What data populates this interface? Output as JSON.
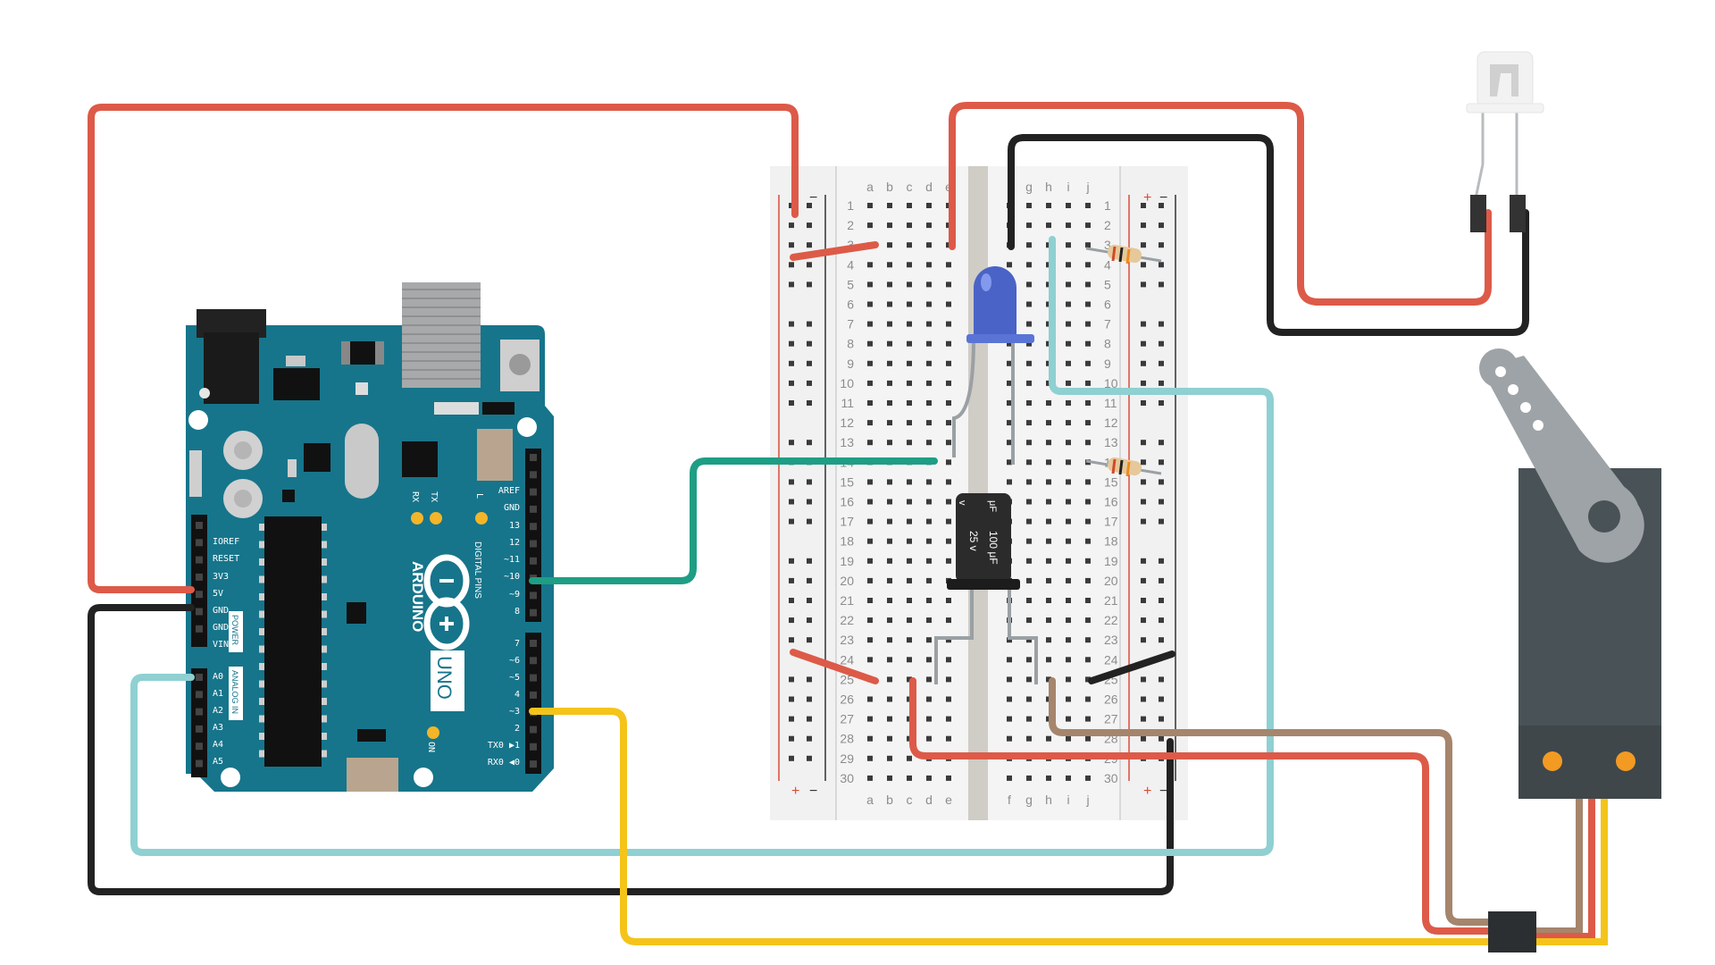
{
  "colors": {
    "wire_red": "#dd5a48",
    "wire_black": "#222222",
    "wire_teal": "#1e9e84",
    "wire_lightblue": "#8fd0d2",
    "wire_yellow": "#f4c41a",
    "wire_brown": "#a5856c",
    "wire_orange": "#f08a1c",
    "arduino_board": "#16758b",
    "breadboard": "#efefef",
    "servo_body": "#485257",
    "led_blue": "#4a63c6"
  },
  "arduino": {
    "brand": "ARDUINO",
    "model": "UNO",
    "power_header": [
      "IOREF",
      "RESET",
      "3V3",
      "5V",
      "GND",
      "GND",
      "VIN"
    ],
    "power_label": "POWER",
    "analog_header": [
      "A0",
      "A1",
      "A2",
      "A3",
      "A4",
      "A5"
    ],
    "analog_label": "ANALOG IN",
    "digital_header_top": [
      "AREF",
      "GND",
      "13",
      "12",
      "~11",
      "~10",
      "~9",
      "8"
    ],
    "digital_header_bottom": [
      "7",
      "~6",
      "~5",
      "4",
      "~3",
      "2",
      "TX0 ▶1",
      "RX0 ◀0"
    ],
    "digital_label": "DIGITAL PINS",
    "led_labels": [
      "RX",
      "TX",
      "L"
    ],
    "on_label": "ON"
  },
  "breadboard": {
    "cols_left": [
      "a",
      "b",
      "c",
      "d",
      "e"
    ],
    "cols_right": [
      "f",
      "g",
      "h",
      "i",
      "j"
    ],
    "rows": 30,
    "rail_plus": "+",
    "rail_minus": "−"
  },
  "capacitor": {
    "voltage": "25 v",
    "capacitance": "100 μF",
    "unit_marks": [
      "μF",
      "v"
    ]
  },
  "icons": {
    "board": "arduino-uno-icon",
    "breadboard": "breadboard-icon",
    "led": "blue-led-icon",
    "capacitor": "electrolytic-capacitor-icon",
    "resistor": "resistor-icon",
    "phototransistor": "phototransistor-icon",
    "servo": "servo-motor-icon"
  }
}
